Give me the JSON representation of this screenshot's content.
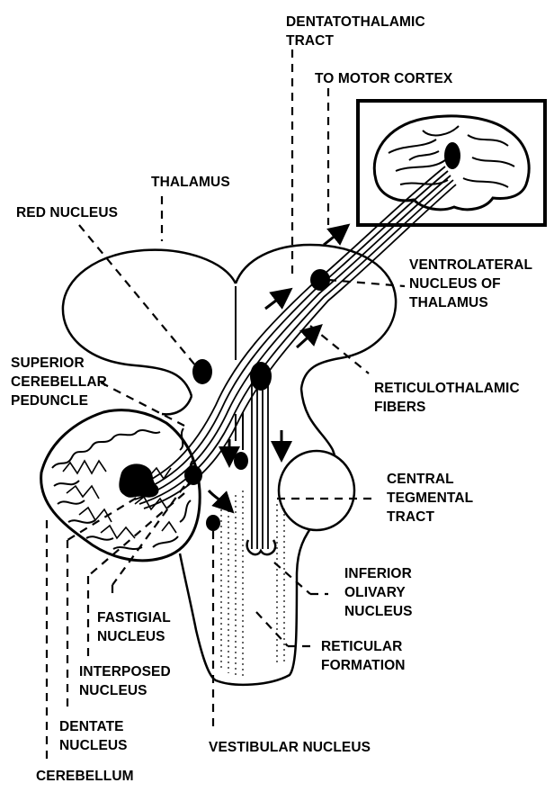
{
  "labels": {
    "dentatothalamic_tract": [
      "DENTATOTHALAMIC",
      "TRACT"
    ],
    "to_motor_cortex": "TO MOTOR CORTEX",
    "thalamus": "THALAMUS",
    "red_nucleus": "RED NUCLEUS",
    "ventrolateral_nucleus": [
      "VENTROLATERAL",
      "NUCLEUS OF",
      "THALAMUS"
    ],
    "superior_cerebellar_peduncle": [
      "SUPERIOR",
      "CEREBELLAR",
      "PEDUNCLE"
    ],
    "reticulothalamic_fibers": [
      "RETICULOTHALAMIC",
      "FIBERS"
    ],
    "central_tegmental_tract": [
      "CENTRAL",
      "TEGMENTAL",
      "TRACT"
    ],
    "inferior_olivary_nucleus": [
      "INFERIOR",
      "OLIVARY",
      "NUCLEUS"
    ],
    "fastigial_nucleus": [
      "FASTIGIAL",
      "NUCLEUS"
    ],
    "reticular_formation": [
      "RETICULAR",
      "FORMATION"
    ],
    "interposed_nucleus": [
      "INTERPOSED",
      "NUCLEUS"
    ],
    "dentate_nucleus": [
      "DENTATE",
      "NUCLEUS"
    ],
    "vestibular_nucleus": "VESTIBULAR NUCLEUS",
    "cerebellum": "CEREBELLUM"
  },
  "colors": {
    "ink": "#000000",
    "paper": "#ffffff"
  }
}
